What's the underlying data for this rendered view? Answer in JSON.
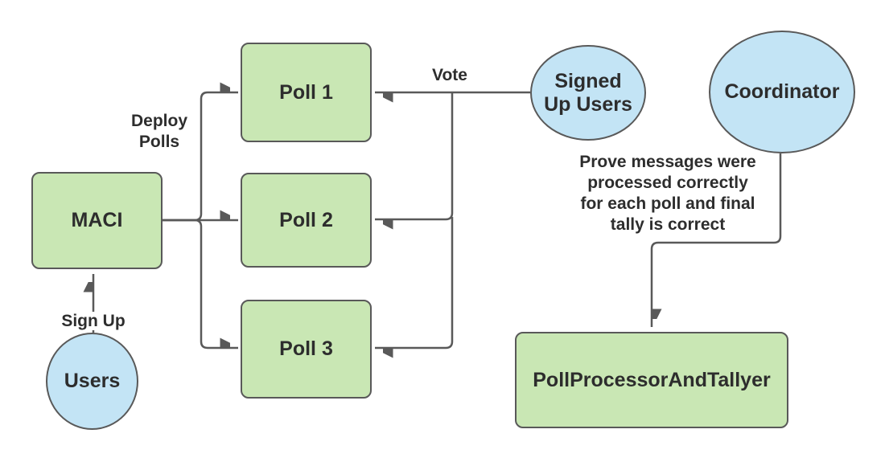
{
  "diagram": {
    "title": "MACI polls architecture diagram",
    "nodes": {
      "maci": {
        "label": "MACI",
        "shape": "rounded-rect",
        "fill": "#c9e7b4"
      },
      "poll1": {
        "label": "Poll 1",
        "shape": "rounded-rect",
        "fill": "#c9e7b4"
      },
      "poll2": {
        "label": "Poll 2",
        "shape": "rounded-rect",
        "fill": "#c9e7b4"
      },
      "poll3": {
        "label": "Poll 3",
        "shape": "rounded-rect",
        "fill": "#c9e7b4"
      },
      "poll_processor": {
        "label": "PollProcessorAndTallyer",
        "shape": "rounded-rect",
        "fill": "#c9e7b4"
      },
      "users": {
        "label": "Users",
        "shape": "ellipse",
        "fill": "#c3e4f5"
      },
      "signed_up_users": {
        "label": "Signed\nUp Users",
        "shape": "ellipse",
        "fill": "#c3e4f5"
      },
      "coordinator": {
        "label": "Coordinator",
        "shape": "ellipse",
        "fill": "#c3e4f5"
      }
    },
    "edges": {
      "sign_up": {
        "label": "Sign Up",
        "from": "users",
        "to": "maci"
      },
      "deploy_polls": {
        "label": "Deploy\nPolls",
        "from": "maci",
        "to": "poll1, poll2, poll3"
      },
      "vote": {
        "label": "Vote",
        "from": "signed_up_users",
        "to": "poll1, poll2, poll3"
      },
      "prove": {
        "label": "Prove messages were\nprocessed correctly\nfor each poll and final\ntally is correct",
        "from": "coordinator",
        "to": "poll_processor"
      }
    },
    "colors": {
      "node_green_fill": "#c9e7b4",
      "node_blue_fill": "#c3e4f5",
      "stroke": "#595959",
      "text": "#2d2d2d",
      "background": "#ffffff"
    }
  }
}
